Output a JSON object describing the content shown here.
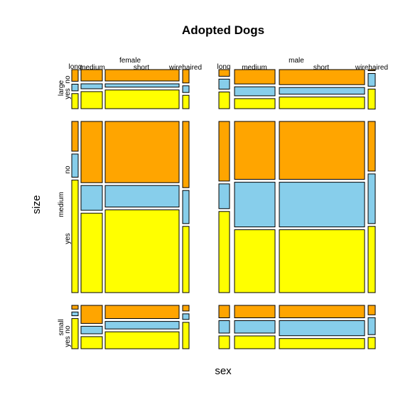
{
  "chart_data": {
    "type": "mosaic",
    "title": "Adopted Dogs",
    "xlabel": "sex",
    "ylabel": "size",
    "x_variable": "sex",
    "x_levels": [
      "female",
      "male"
    ],
    "coat_variable_levels": [
      "long",
      "medium",
      "short",
      "wirehaired"
    ],
    "y_variable": "size",
    "y_levels": [
      "large",
      "medium",
      "small"
    ],
    "fill_levels": [
      "no",
      "yes"
    ],
    "colors": {
      "no": "#FFA500",
      "group2": "#87CEEB",
      "yes": "#FFFF00"
    },
    "cells": [
      {
        "sex": "female",
        "coat": "long",
        "size": "large",
        "no": 0.35,
        "group2": 0.2,
        "yes": 0.45
      },
      {
        "sex": "female",
        "coat": "medium",
        "size": "large",
        "no": 0.34,
        "group2": 0.15,
        "yes": 0.51
      },
      {
        "sex": "female",
        "coat": "short",
        "size": "large",
        "no": 0.34,
        "group2": 0.1,
        "yes": 0.56
      },
      {
        "sex": "female",
        "coat": "wirehaired",
        "size": "large",
        "no": 0.4,
        "group2": 0.2,
        "yes": 0.4
      },
      {
        "sex": "male",
        "coat": "long",
        "size": "large",
        "no": 0.2,
        "group2": 0.3,
        "yes": 0.5
      },
      {
        "sex": "male",
        "coat": "medium",
        "size": "large",
        "no": 0.43,
        "group2": 0.27,
        "yes": 0.3
      },
      {
        "sex": "male",
        "coat": "short",
        "size": "large",
        "no": 0.45,
        "group2": 0.2,
        "yes": 0.35
      },
      {
        "sex": "male",
        "coat": "wirehaired",
        "size": "large",
        "no": 0.02,
        "group2": 0.38,
        "yes": 0.6
      },
      {
        "sex": "female",
        "coat": "long",
        "size": "medium",
        "no": 0.18,
        "group2": 0.14,
        "yes": 0.68
      },
      {
        "sex": "female",
        "coat": "medium",
        "size": "medium",
        "no": 0.37,
        "group2": 0.15,
        "yes": 0.48
      },
      {
        "sex": "female",
        "coat": "short",
        "size": "medium",
        "no": 0.37,
        "group2": 0.13,
        "yes": 0.5
      },
      {
        "sex": "female",
        "coat": "wirehaired",
        "size": "medium",
        "no": 0.4,
        "group2": 0.2,
        "yes": 0.4
      },
      {
        "sex": "male",
        "coat": "long",
        "size": "medium",
        "no": 0.36,
        "group2": 0.15,
        "yes": 0.49
      },
      {
        "sex": "male",
        "coat": "medium",
        "size": "medium",
        "no": 0.35,
        "group2": 0.27,
        "yes": 0.38
      },
      {
        "sex": "male",
        "coat": "short",
        "size": "medium",
        "no": 0.35,
        "group2": 0.27,
        "yes": 0.38
      },
      {
        "sex": "male",
        "coat": "wirehaired",
        "size": "medium",
        "no": 0.3,
        "group2": 0.3,
        "yes": 0.4
      },
      {
        "sex": "female",
        "coat": "long",
        "size": "small",
        "no": 0.1,
        "group2": 0.1,
        "yes": 0.8
      },
      {
        "sex": "female",
        "coat": "medium",
        "size": "small",
        "no": 0.48,
        "group2": 0.2,
        "yes": 0.32
      },
      {
        "sex": "female",
        "coat": "short",
        "size": "small",
        "no": 0.35,
        "group2": 0.2,
        "yes": 0.45
      },
      {
        "sex": "female",
        "coat": "wirehaired",
        "size": "small",
        "no": 0.15,
        "group2": 0.15,
        "yes": 0.7
      },
      {
        "sex": "male",
        "coat": "long",
        "size": "small",
        "no": 0.33,
        "group2": 0.33,
        "yes": 0.34
      },
      {
        "sex": "male",
        "coat": "medium",
        "size": "small",
        "no": 0.33,
        "group2": 0.33,
        "yes": 0.34
      },
      {
        "sex": "male",
        "coat": "short",
        "size": "small",
        "no": 0.33,
        "group2": 0.4,
        "yes": 0.27
      },
      {
        "sex": "male",
        "coat": "wirehaired",
        "size": "small",
        "no": 0.25,
        "group2": 0.45,
        "yes": 0.3
      }
    ]
  }
}
